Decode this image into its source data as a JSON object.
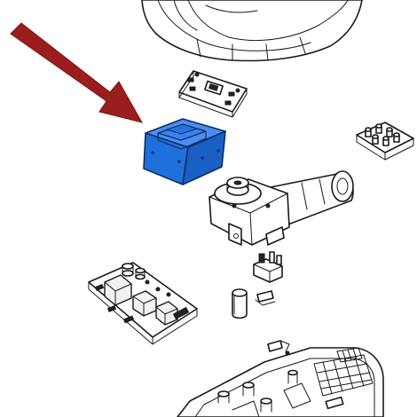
{
  "diagram": {
    "colors": {
      "background": "#ffffff",
      "line": "#1a1a1a",
      "highlight_fill": "#1f6fdc",
      "highlight_stroke": "#0e2e63",
      "arrow": "#9b1e1e"
    },
    "parts": [
      {
        "id": "top-cover",
        "icon": "cover-housing-icon",
        "highlighted": false
      },
      {
        "id": "small-board",
        "icon": "small-circuit-board-icon",
        "highlighted": false
      },
      {
        "id": "transformer",
        "icon": "transformer-icon",
        "highlighted": true
      },
      {
        "id": "led-module",
        "icon": "led-module-icon",
        "highlighted": false
      },
      {
        "id": "gear-motor",
        "icon": "gear-motor-icon",
        "highlighted": false
      },
      {
        "id": "terminal-connector",
        "icon": "terminal-connector-icon",
        "highlighted": false
      },
      {
        "id": "control-board",
        "icon": "control-board-icon",
        "highlighted": false
      },
      {
        "id": "capacitor",
        "icon": "capacitor-icon",
        "highlighted": false
      },
      {
        "id": "small-clip",
        "icon": "clip-icon",
        "highlighted": false
      },
      {
        "id": "base-housing",
        "icon": "base-housing-icon",
        "highlighted": false
      }
    ],
    "pointer": {
      "icon": "arrow-icon",
      "points_to": "transformer"
    }
  }
}
